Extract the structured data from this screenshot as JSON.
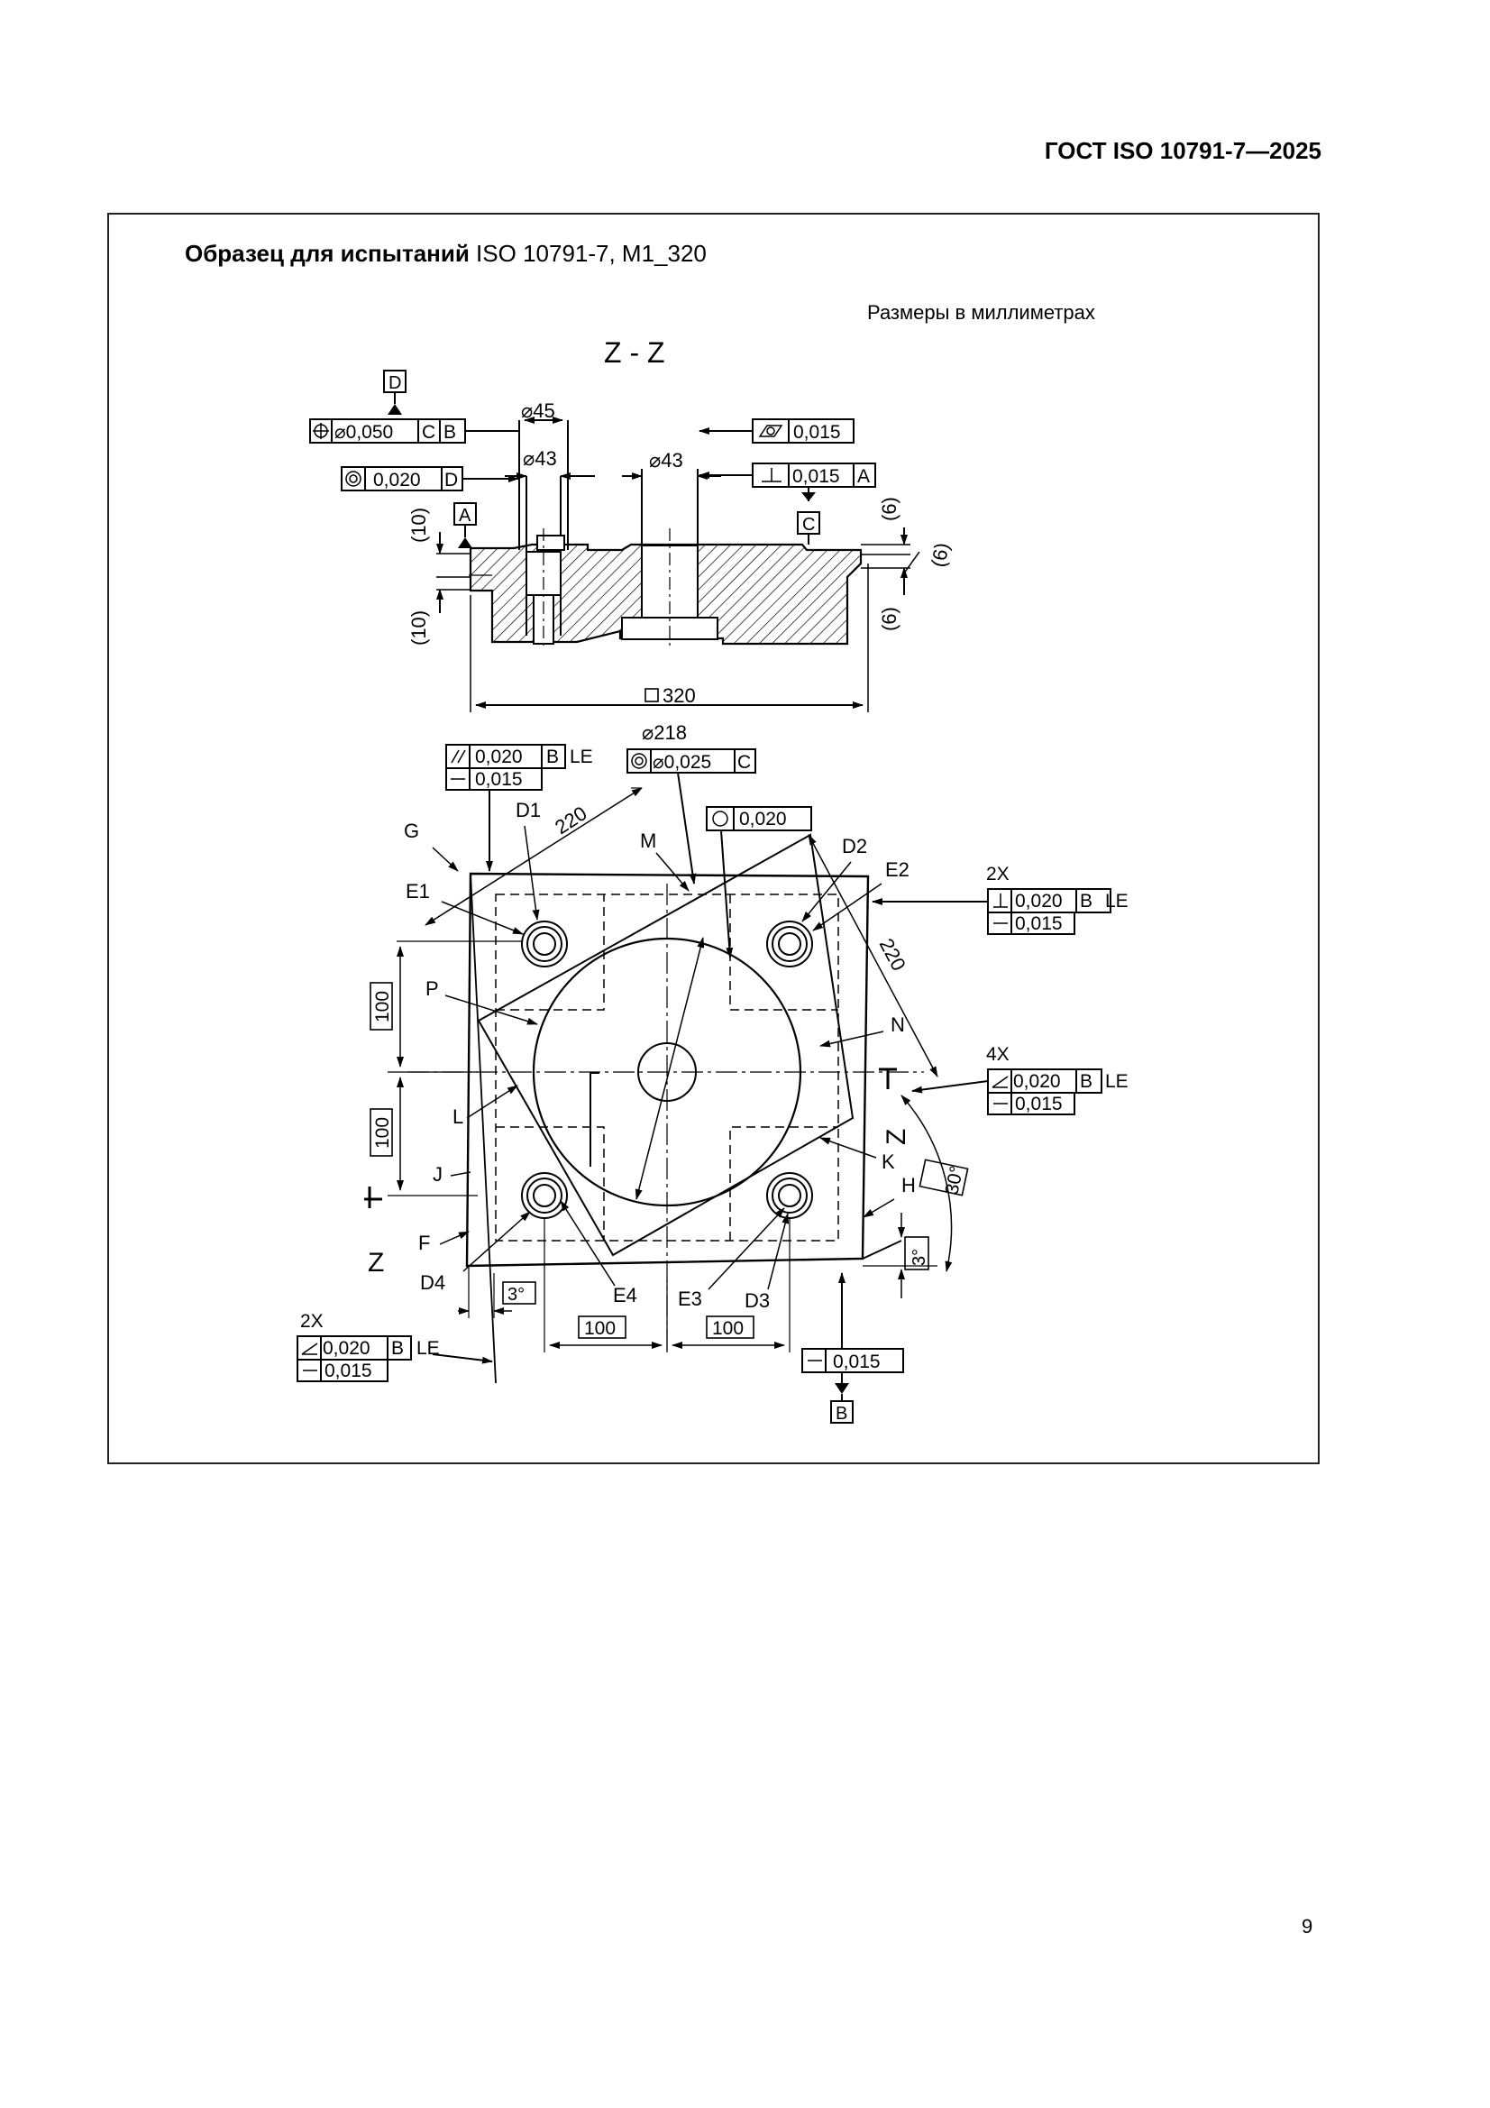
{
  "header": {
    "standard": "ГОСТ ISO 10791-7—2025"
  },
  "figure": {
    "title_bold": "Образец для испытаний",
    "title_rest": " ISO 10791-7, M1_320",
    "units_note": "Размеры в миллиметрах"
  },
  "section": {
    "label": "Z - Z",
    "datum_d": "D",
    "datum_a": "A",
    "datum_c": "C",
    "fcf_position": {
      "tol": "⌀0,050",
      "ref1": "C",
      "ref2": "B"
    },
    "fcf_coaxiality_d": {
      "tol": "0,020",
      "ref": "D"
    },
    "fcf_cylindricity": {
      "tol": "0,015"
    },
    "fcf_perpendicular_a": {
      "tol": "0,015",
      "ref": "A"
    },
    "dim_d45": "⌀45",
    "dim_d43_left": "⌀43",
    "dim_d43_center": "⌀43",
    "dim_10_top": "(10)",
    "dim_10_bottom": "(10)",
    "dim_6_top": "(6)",
    "dim_6_right": "(6)",
    "dim_6_bottom": "(6)",
    "dim_320": "320"
  },
  "plan": {
    "dim_d218": "⌀218",
    "fcf_parallel": {
      "tol": "0,020",
      "ref": "B",
      "note": "LE",
      "flat": "0,015"
    },
    "fcf_coax_c": {
      "tol": "⌀0,025",
      "ref": "C"
    },
    "fcf_round": {
      "tol": "0,020"
    },
    "dim_220_left": "220",
    "dim_220_right": "220",
    "labels": {
      "G": "G",
      "D1": "D1",
      "M": "M",
      "D2": "D2",
      "E2": "E2",
      "E1": "E1",
      "P": "P",
      "N": "N",
      "L": "L",
      "J": "J",
      "K": "K",
      "H": "H",
      "F": "F",
      "D4": "D4",
      "E4": "E4",
      "E3": "E3",
      "D3": "D3"
    },
    "fcf_perp_2x": {
      "count": "2X",
      "tol": "0,020",
      "ref": "B",
      "note": "LE",
      "flat": "0,015"
    },
    "fcf_angle_4x": {
      "count": "4X",
      "tol": "0,020",
      "ref": "B",
      "note": "LE",
      "flat": "0,015"
    },
    "fcf_angle_2x": {
      "count": "2X",
      "tol": "0,020",
      "ref": "B",
      "note": "LE",
      "flat": "0,015"
    },
    "fcf_flat_b": {
      "tol": "0,015",
      "datum": "B"
    },
    "dim_100_v1": "100",
    "dim_100_v2": "100",
    "dim_100_h1": "100",
    "dim_100_h2": "100",
    "angle_30": "30°",
    "angle_3_right": "3°",
    "angle_3_bottom": "3°",
    "section_z_right": "Z",
    "section_z_left": "Z"
  },
  "page": {
    "number": "9"
  }
}
